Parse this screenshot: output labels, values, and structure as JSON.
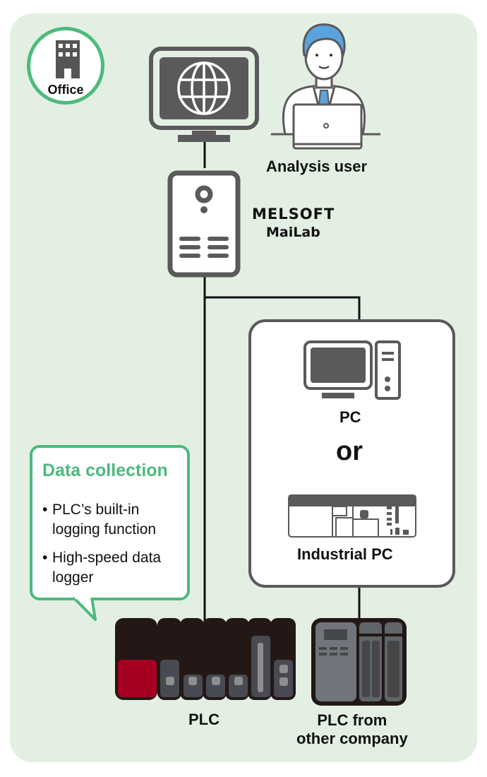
{
  "colors": {
    "panel_bg": "#e3efe3",
    "accent_green": "#4cba7c",
    "device_gray": "#5a5a5a",
    "plc_red": "#a50021",
    "plc_black": "#231815",
    "person_blue": "#5ba3dc"
  },
  "office": {
    "label": "Office",
    "icon": "building-icon"
  },
  "web_monitor": {
    "icon": "globe-icon"
  },
  "analysis_user": {
    "label": "Analysis user",
    "icon": "person-laptop-icon"
  },
  "server": {
    "line1": "MELSOFT",
    "line2": "MaiLab",
    "icon": "server-icon"
  },
  "pc_group": {
    "pc_label": "PC",
    "or_label": "or",
    "industrial_label": "Industrial PC"
  },
  "data_collection": {
    "title": "Data collection",
    "items": [
      {
        "bullet": "•",
        "line1": "PLC’s built-in",
        "line2": "logging function"
      },
      {
        "bullet": "•",
        "line1": "High-speed data",
        "line2": "logger"
      }
    ]
  },
  "plc": {
    "label": "PLC"
  },
  "other_plc": {
    "line1": "PLC from",
    "line2": "other company"
  }
}
